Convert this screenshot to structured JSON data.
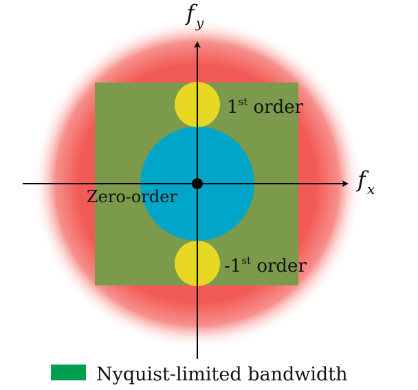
{
  "labels": {
    "fy_main": "f",
    "fy_sub": "y",
    "fx_main": "f",
    "fx_sub": "x",
    "first_order_num": "1",
    "first_order_sup": "st",
    "first_order_word": " order",
    "neg_first_order_num": "-1",
    "neg_first_order_sup": "st",
    "neg_first_order_word": " order",
    "zero_order": "Zero-order"
  },
  "legend": {
    "label": "Nyquist-limited bandwidth",
    "swatch_color": "#009e4f"
  },
  "colors": {
    "outer_disk": "#f25a56",
    "nyquist_square": "#7b9a4c",
    "zero_order_disk": "#00a6c8",
    "order_disks": "#e6d823",
    "axes": "#000000"
  }
}
